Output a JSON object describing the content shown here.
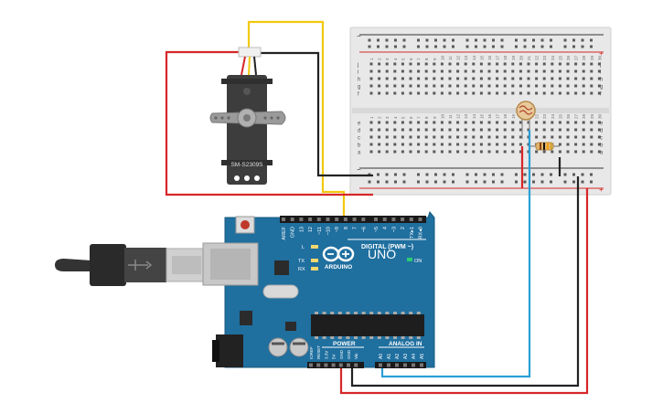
{
  "servo": {
    "model": "SM-S2309S",
    "body_color": "#3d3d3d",
    "horn_color": "#9a9a9a"
  },
  "arduino": {
    "board_label": "UNO",
    "brand": "ARDUINO",
    "digital_header": "DIGITAL (PWM ~)",
    "power_header": "POWER",
    "analog_header": "ANALOG IN",
    "on_label": "ON",
    "led_labels": [
      "L",
      "TX",
      "RX"
    ],
    "digital_pins": [
      "AREF",
      "GND",
      "13",
      "12",
      "~11",
      "~10",
      "~9",
      "8",
      "7",
      "~6",
      "~5",
      "4",
      "~3",
      "2",
      "TX▸1",
      "RX◂0"
    ],
    "power_pins": [
      "IOREF",
      "RESET",
      "3.3V",
      "5V",
      "GND",
      "GND",
      "Vin"
    ],
    "analog_pins": [
      "A0",
      "A1",
      "A2",
      "A3",
      "A4",
      "A5"
    ],
    "board_color": "#1f6f9f"
  },
  "breadboard": {
    "row_letters_top": [
      "j",
      "i",
      "h",
      "g",
      "f"
    ],
    "row_letters_bottom": [
      "e",
      "d",
      "c",
      "b",
      "a"
    ],
    "rail_plus": "+",
    "rail_minus": "−",
    "column_numbers": [
      "1",
      "2",
      "3",
      "4",
      "5",
      "6",
      "7",
      "8",
      "9",
      "10",
      "11",
      "12",
      "13",
      "14",
      "15",
      "16",
      "17",
      "18",
      "19",
      "20",
      "21",
      "22",
      "23",
      "24",
      "25",
      "26",
      "27",
      "28",
      "29",
      "30"
    ]
  },
  "components": {
    "photoresistor": "photoresistor",
    "resistor": "resistor"
  },
  "wire_colors": {
    "signal": "#f2c80f",
    "power": "#d62728",
    "ground": "#222222",
    "analog": "#2a9fd6"
  }
}
